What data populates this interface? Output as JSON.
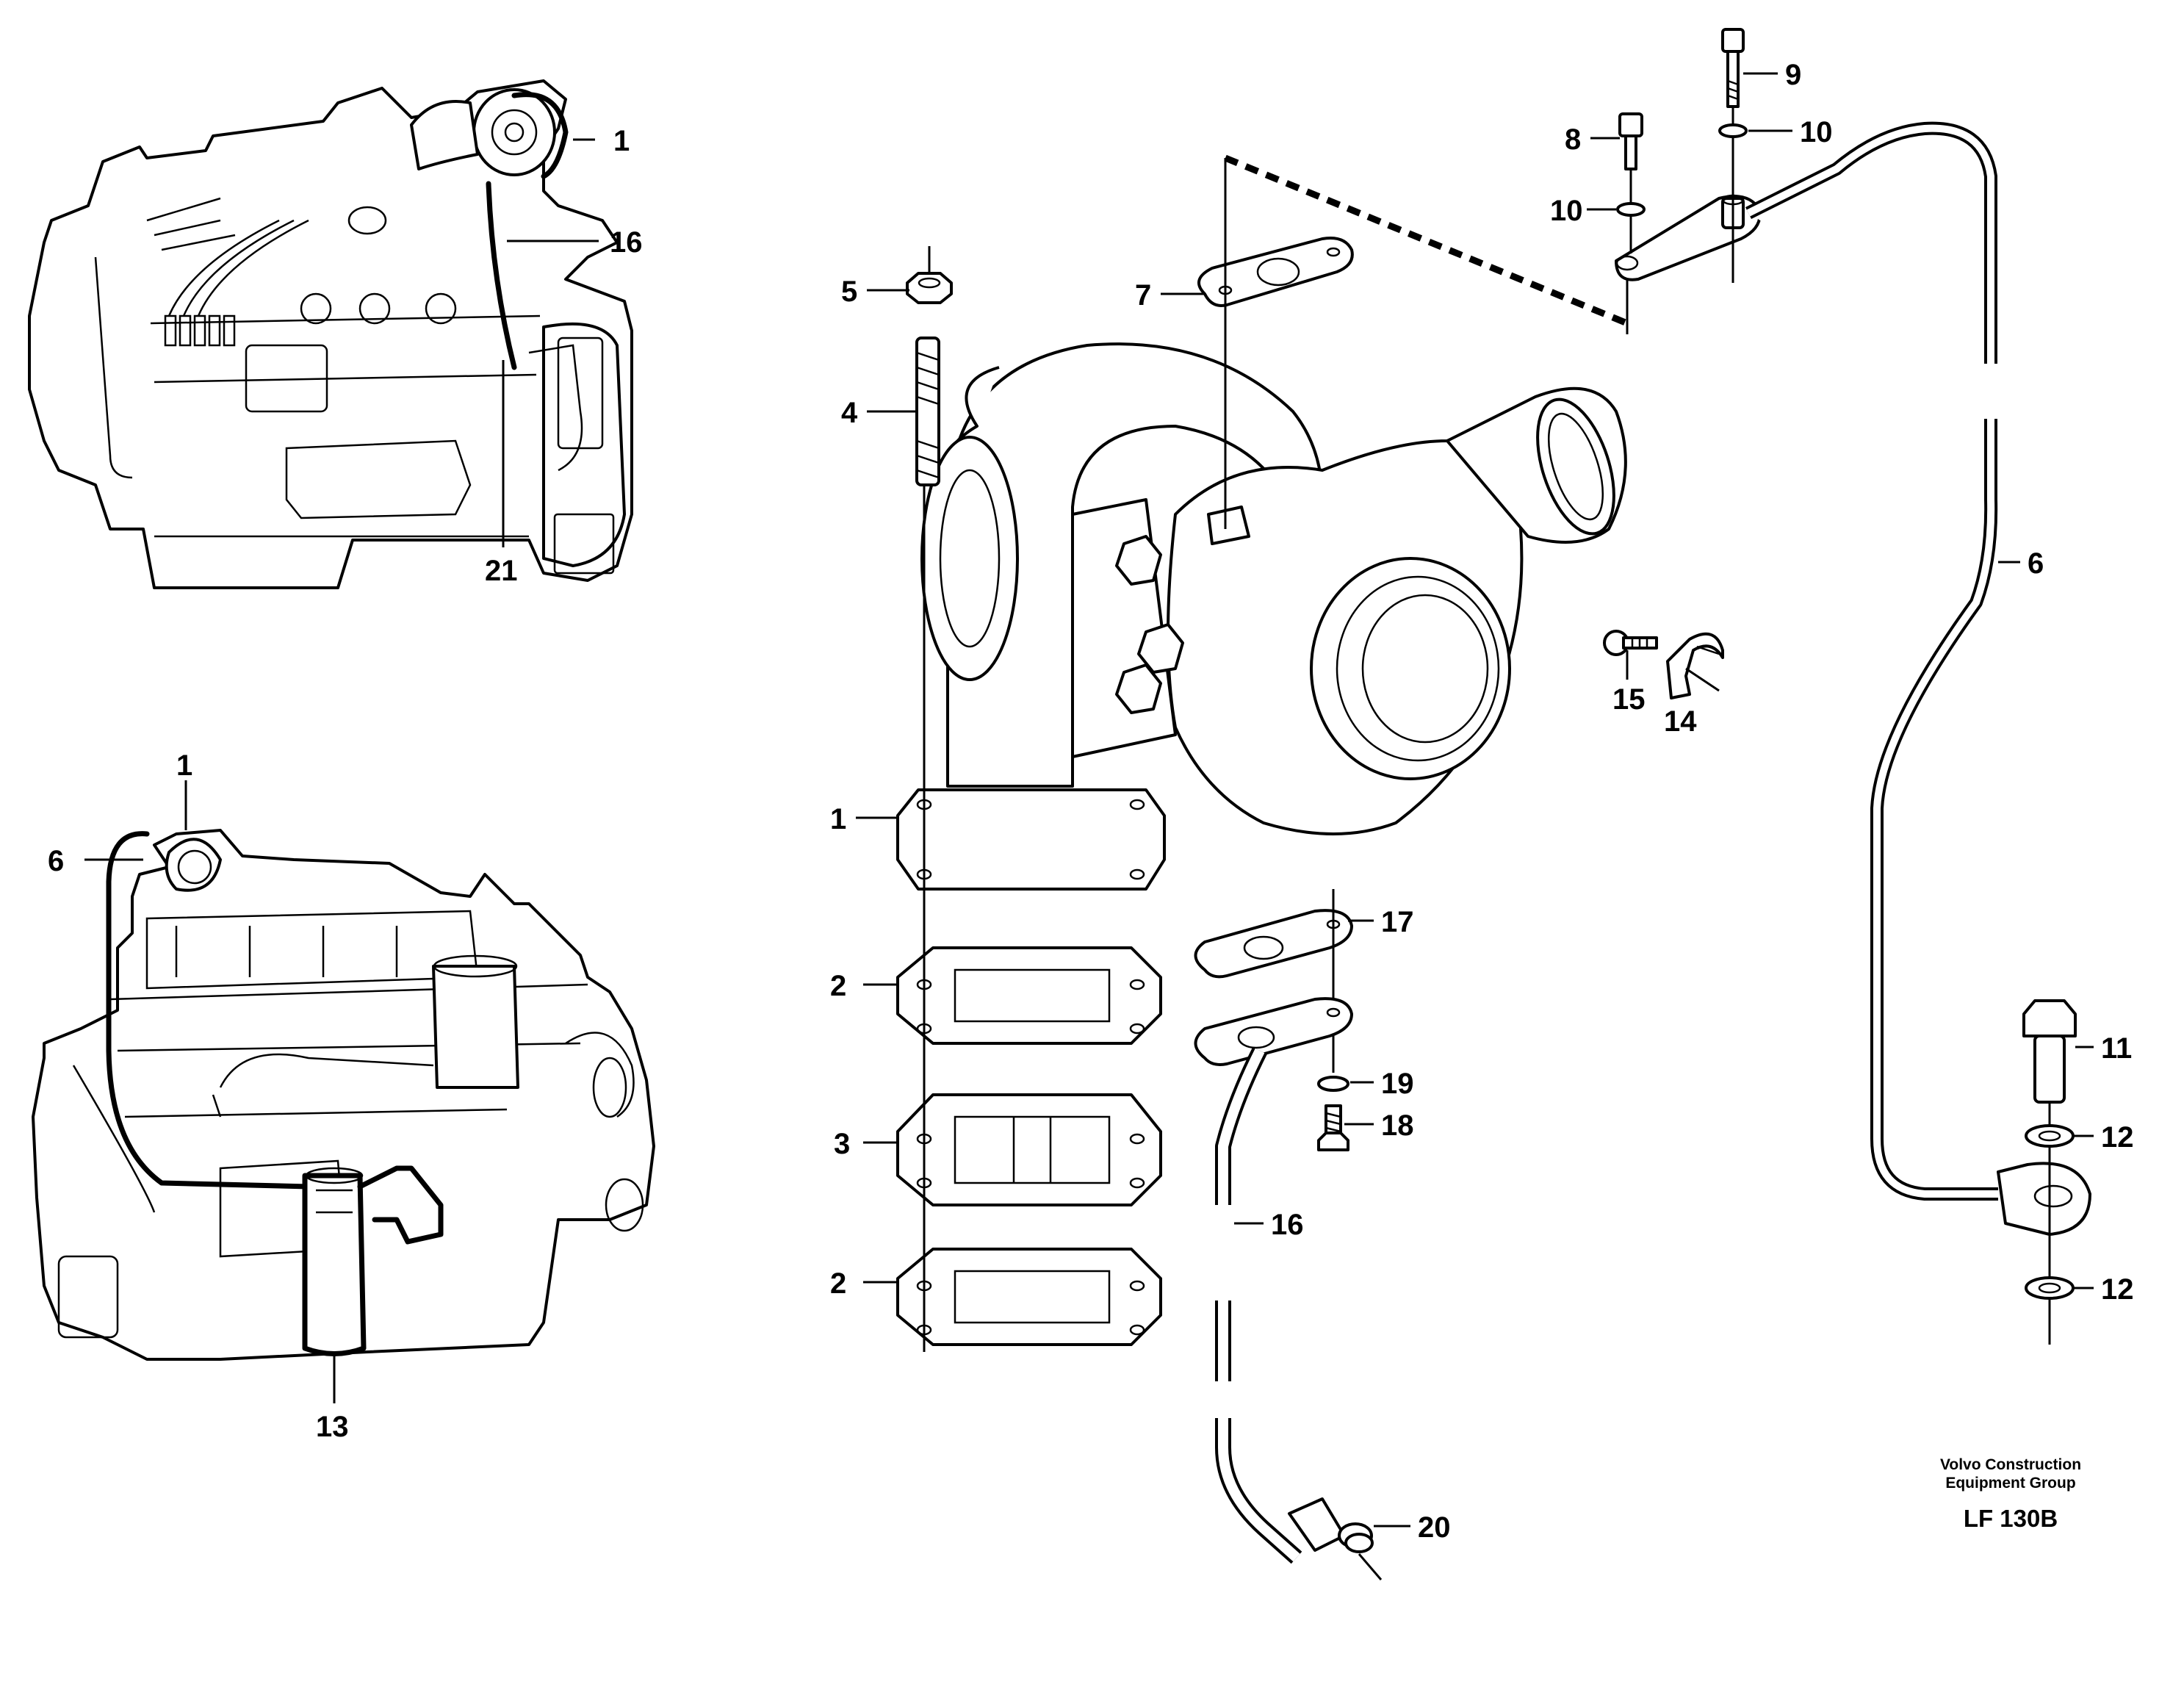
{
  "callouts": {
    "top_engine": {
      "c1": "1",
      "c16": "16",
      "c21": "21"
    },
    "bottom_engine": {
      "c1": "1",
      "c6": "6",
      "c13": "13"
    },
    "main": {
      "c1": "1",
      "c2a": "2",
      "c2b": "2",
      "c3": "3",
      "c4": "4",
      "c5": "5",
      "c6": "6",
      "c7": "7",
      "c8": "8",
      "c9": "9",
      "c10a": "10",
      "c10b": "10",
      "c11": "11",
      "c12a": "12",
      "c12b": "12",
      "c14": "14",
      "c15": "15",
      "c16": "16",
      "c17": "17",
      "c18": "18",
      "c19": "19",
      "c20": "20"
    }
  },
  "footer": {
    "company_line1": "Volvo Construction",
    "company_line2": "Equipment Group",
    "drawing_code": "LF 130B"
  }
}
